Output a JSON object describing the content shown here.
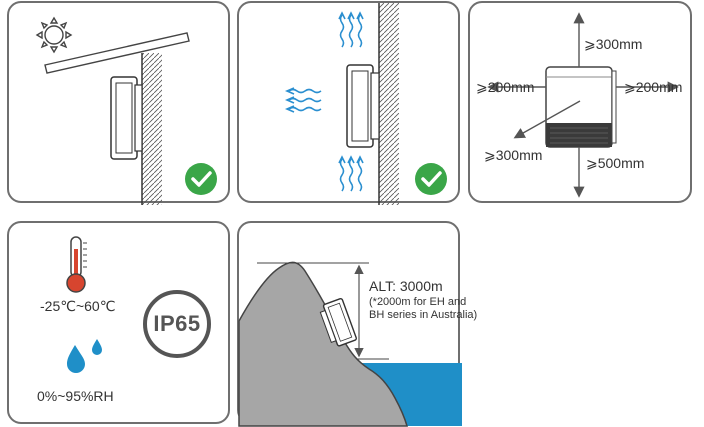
{
  "panels": {
    "clearance": {
      "top": "⩾300mm",
      "left": "⩾200mm",
      "right": "⩾200mm",
      "front": "⩾300mm",
      "bottom": "⩾500mm"
    },
    "environment": {
      "temperature_range": "-25℃~60℃",
      "humidity_range": "0%~95%RH",
      "ip_rating": "IP65"
    },
    "altitude": {
      "title": "ALT: 3000m",
      "note": "(*2000m for EH and BH series in Australia)"
    }
  },
  "colors": {
    "check": "#3aa648",
    "water": "#1f8fc8",
    "thermometer": "#d7452f",
    "droplet": "#1f8fc8",
    "mountain": "#a6a6a6",
    "airflow": "#2b8fd0"
  },
  "icons": [
    "sun-icon",
    "checkmark-icon",
    "airflow-arrows-icon",
    "thermometer-icon",
    "water-droplet-icon",
    "ip65-badge-icon"
  ]
}
